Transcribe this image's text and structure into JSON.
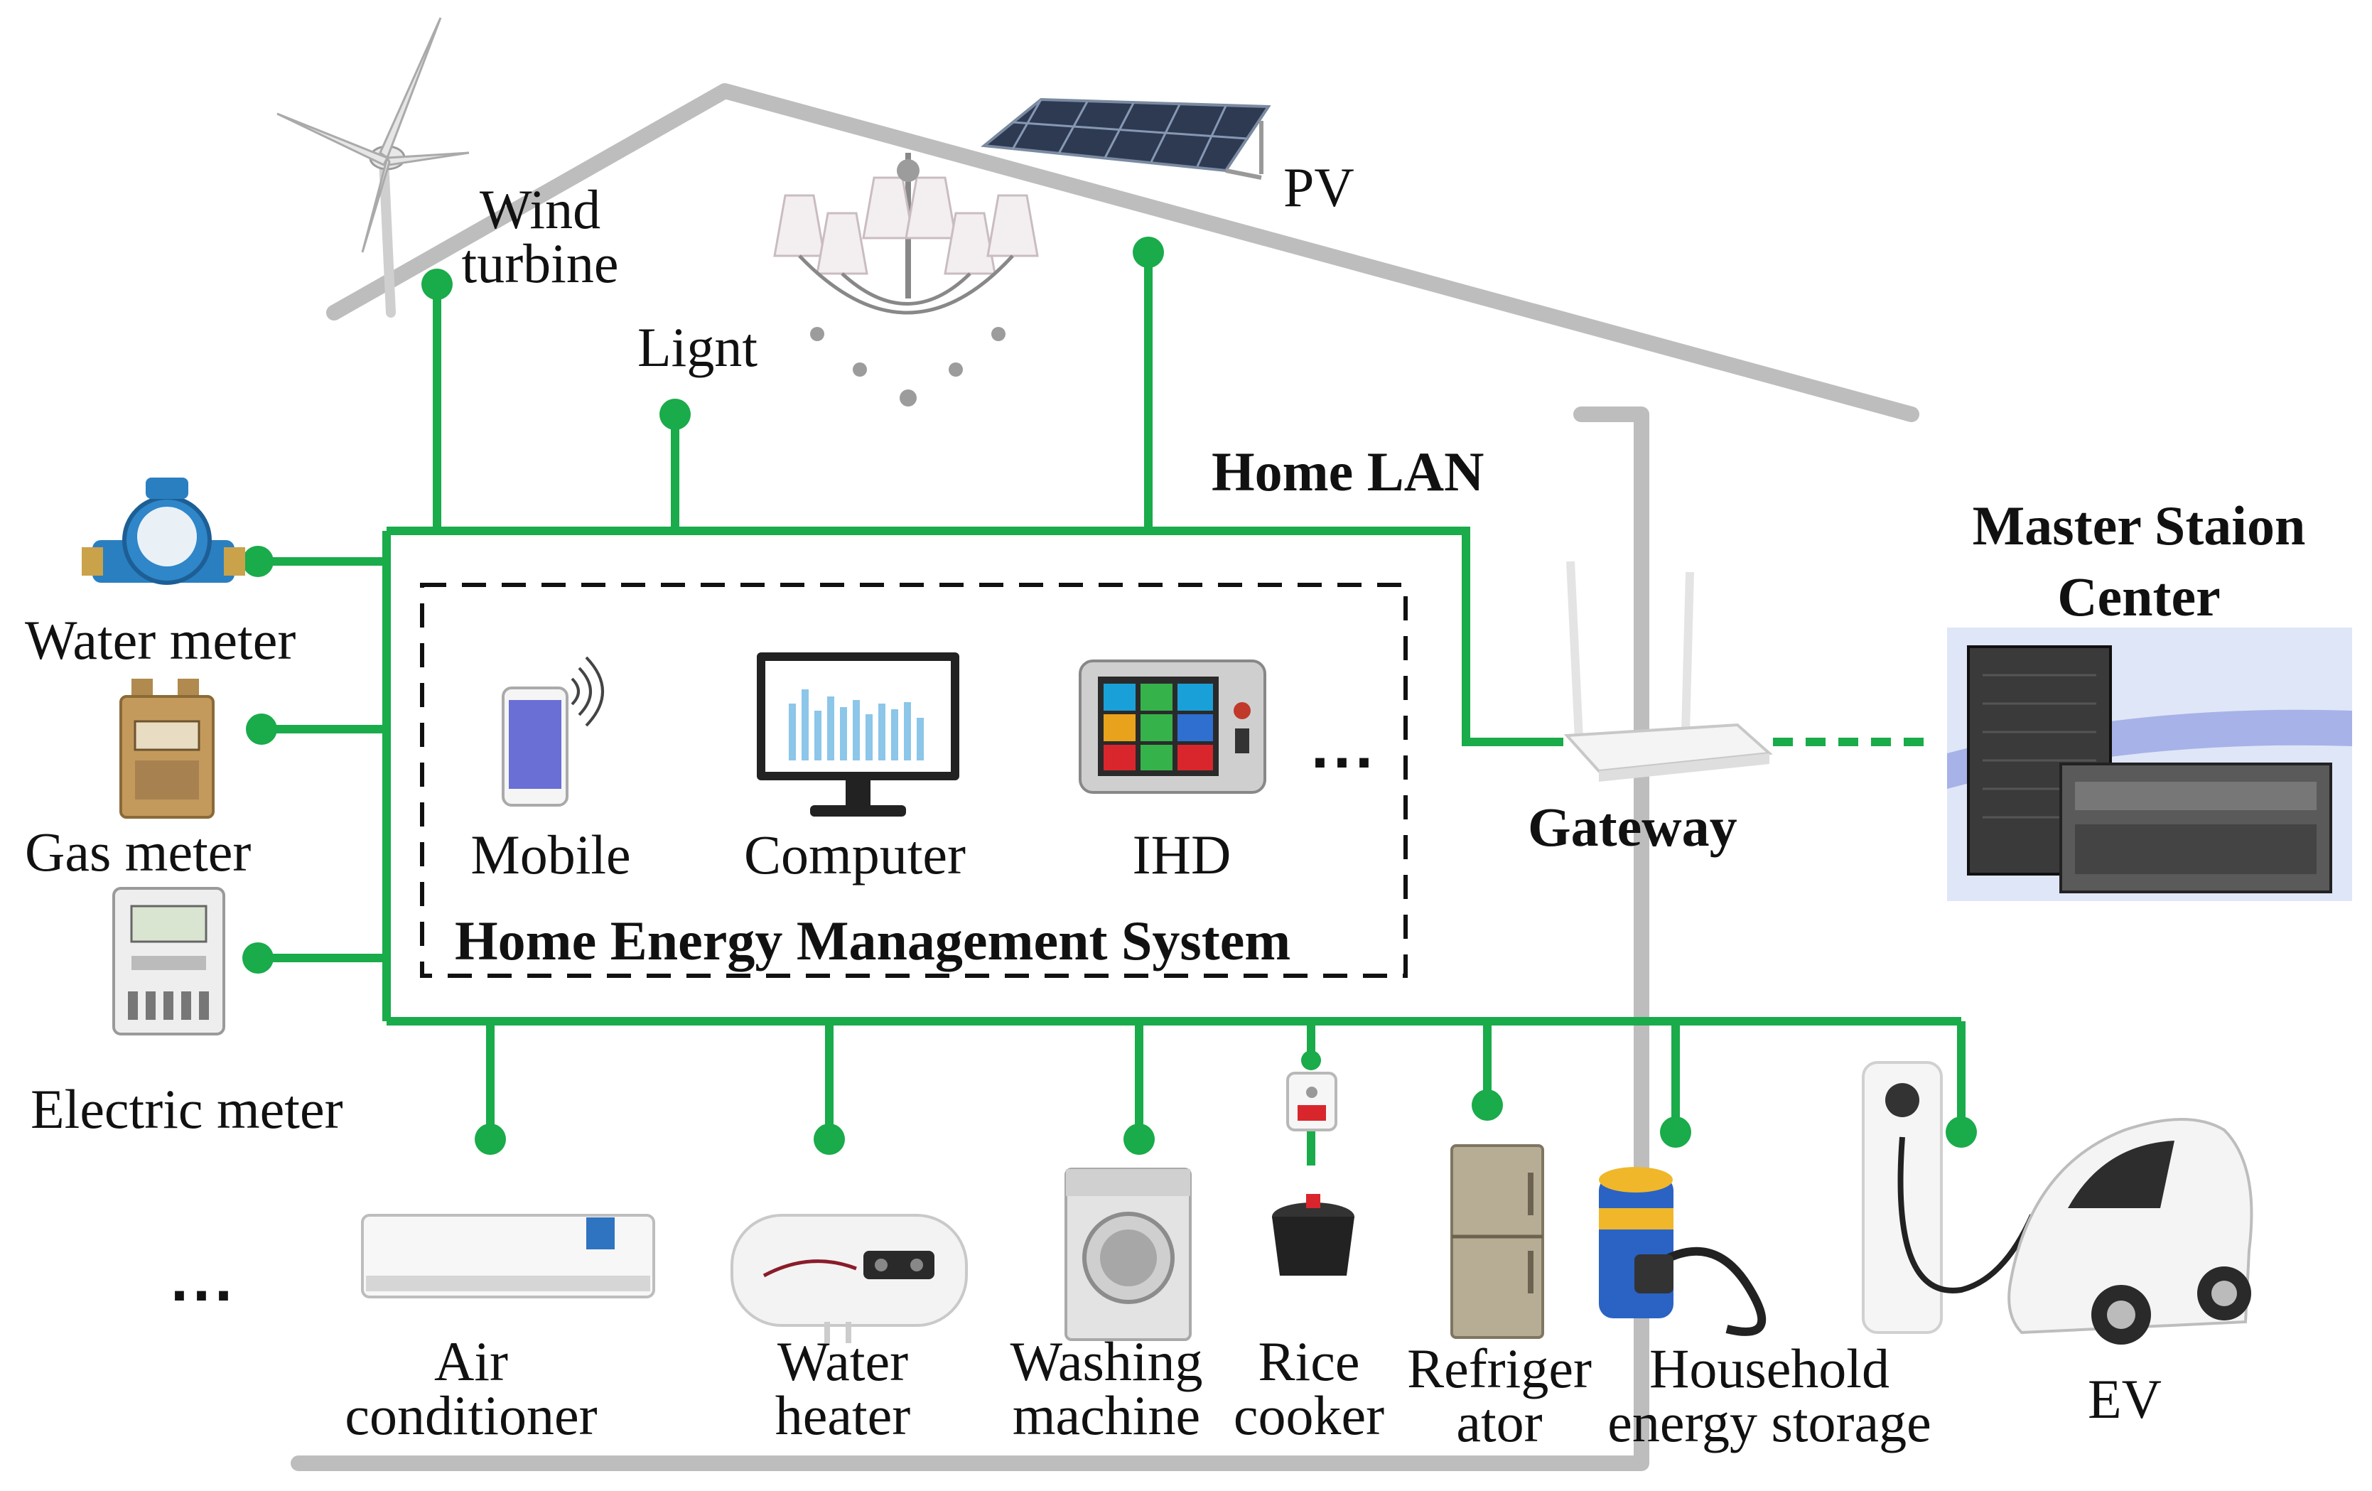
{
  "title": "Home LAN",
  "hems_title": "Home Energy Management System",
  "colors": {
    "network": "#1aab4a",
    "house": "#bdbdbd",
    "text": "#111111"
  },
  "generation": {
    "wind": "Wind\nturbine",
    "light": "Lignt",
    "pv": "PV"
  },
  "meters": [
    "Water meter",
    "Gas meter",
    "Electric meter"
  ],
  "hems_devices": [
    "Mobile",
    "Computer",
    "IHD",
    "..."
  ],
  "gateway": "Gateway",
  "master_station": "Master Staion\nCenter",
  "appliances": [
    "...",
    "Air\nconditioner",
    "Water\nheater",
    "Washing\nmachine",
    "Rice\ncooker",
    "Refriger\nator",
    "Household\nenergy storage",
    "EV"
  ],
  "icons": [
    "wind-turbine-icon",
    "chandelier-icon",
    "solar-panel-icon",
    "water-meter-icon",
    "gas-meter-icon",
    "electric-meter-icon",
    "mobile-phone-icon",
    "computer-monitor-icon",
    "ihd-tablet-icon",
    "router-icon",
    "server-icon",
    "air-conditioner-icon",
    "water-heater-icon",
    "washing-machine-icon",
    "smart-plug-icon",
    "rice-cooker-icon",
    "refrigerator-icon",
    "battery-icon",
    "ev-charger-icon",
    "electric-car-icon"
  ]
}
